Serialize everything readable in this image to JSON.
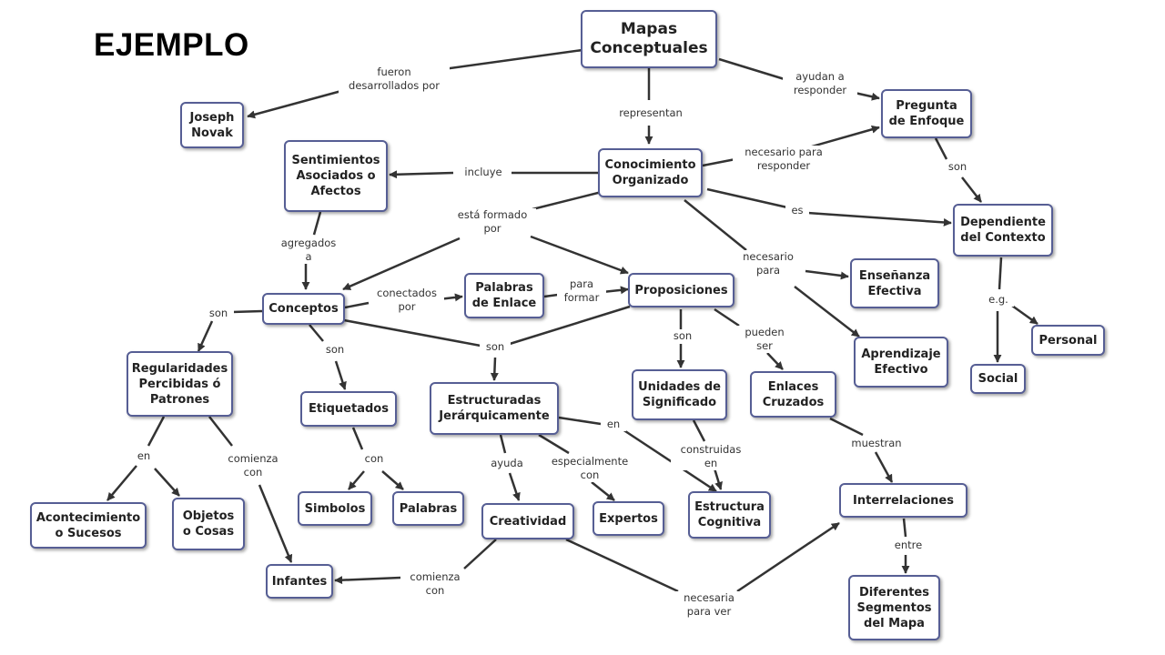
{
  "title": "EJEMPLO",
  "nodes": {
    "mapas": "Mapas\nConceptuales",
    "joseph": "Joseph\nNovak",
    "pregunta": "Pregunta\nde Enfoque",
    "sentimientos": "Sentimientos\nAsociados o\nAfectos",
    "conocimiento": "Conocimiento\nOrganizado",
    "dependiente": "Dependiente\ndel Contexto",
    "ensenanza": "Enseñanza\nEfectiva",
    "aprendizaje": "Aprendizaje\nEfectivo",
    "personal": "Personal",
    "social": "Social",
    "conceptos": "Conceptos",
    "palabras_enlace": "Palabras\nde Enlace",
    "proposiciones": "Proposiciones",
    "regularidades": "Regularidades\nPercibidas ó\nPatrones",
    "etiquetados": "Etiquetados",
    "estructuradas": "Estructuradas\nJerárquicamente",
    "unidades": "Unidades de\nSignificado",
    "enlaces_cruzados": "Enlaces\nCruzados",
    "acontecimiento": "Acontecimiento\no Sucesos",
    "objetos": "Objetos\no Cosas",
    "simbolos": "Simbolos",
    "palabras": "Palabras",
    "creatividad": "Creatividad",
    "expertos": "Expertos",
    "estructura_cognitiva": "Estructura\nCognitiva",
    "interrelaciones": "Interrelaciones",
    "infantes": "Infantes",
    "diferentes": "Diferentes\nSegmentos\ndel Mapa"
  },
  "links": {
    "fueron": "fueron\ndesarrollados por",
    "ayudan": "ayudan a\nresponder",
    "representan": "representan",
    "incluye": "incluye",
    "necesario_responder": "necesario para\nresponder",
    "son_pregunta": "son",
    "es": "es",
    "formado": "está formado\npor",
    "agregados": "agregados\na",
    "necesario_para": "necesario\npara",
    "eg": "e.g.",
    "conectados": "conectados\npor",
    "para_formar": "para\nformar",
    "son_conceptos_left": "son",
    "son_etiquetados": "son",
    "son_estructuradas": "son",
    "son_unidades": "son",
    "pueden_ser": "pueden\nser",
    "en_regularidades": "en",
    "comienza_con_reg": "comienza\ncon",
    "con_etiquetados": "con",
    "ayuda": "ayuda",
    "especialmente": "especialmente\ncon",
    "en_estructuradas": "en",
    "construidas": "construidas\nen",
    "muestran": "muestran",
    "entre": "entre",
    "comienza_con_crea": "comienza\ncon",
    "necesaria": "necesaria\npara ver"
  },
  "colors": {
    "node_border": "#565e94",
    "edge": "#333333"
  }
}
